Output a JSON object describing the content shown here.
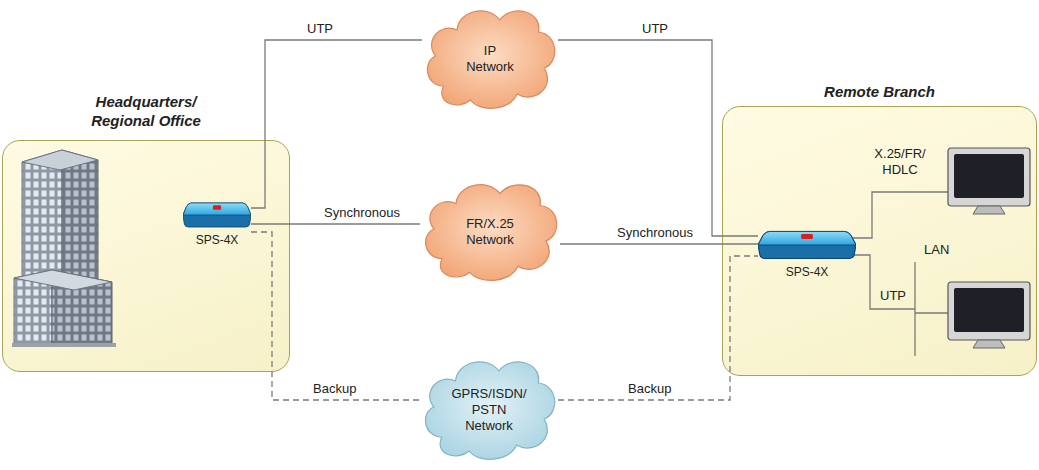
{
  "diagram": {
    "nodes": [
      {
        "text": [
          "Headquarters/ Regional Office"
        ]
      },
      {
        "text": [
          "SPS-4X"
        ],
        "in": 0
      },
      {
        "text": [
          "IP Network"
        ]
      },
      {
        "text": [
          "FR/X.25 Network"
        ]
      },
      {
        "text": [
          "GPRS/ISDN/ PSTN Network"
        ]
      },
      {
        "text": [
          "Remote Branch"
        ]
      },
      {
        "text": [
          "SPS-4X"
        ],
        "in": 5
      }
    ],
    "edges": [
      {
        "from": 1,
        "to": 2,
        "arrow": "none",
        "label": "UTP"
      },
      {
        "from": 2,
        "to": 6,
        "arrow": "none",
        "label": "UTP"
      },
      {
        "from": 1,
        "to": 3,
        "arrow": "none",
        "label": "Synchronous"
      },
      {
        "from": 3,
        "to": 6,
        "arrow": "none",
        "label": "Synchronous"
      },
      {
        "from": 1,
        "to": 4,
        "arrow": "none",
        "label": "Backup"
      },
      {
        "from": 4,
        "to": 6,
        "arrow": "none",
        "label": "Backup"
      }
    ],
    "labels": [
      "X.25/FR/ HDLC",
      "LAN",
      "UTP"
    ]
  }
}
